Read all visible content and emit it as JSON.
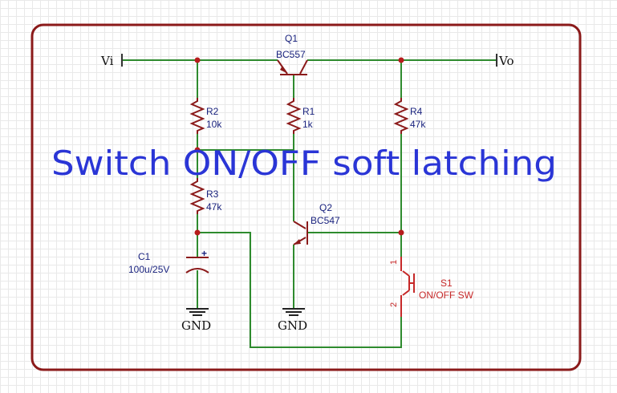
{
  "title": "Switch ON/OFF soft latching",
  "colors": {
    "wire": "#2e8b2e",
    "component": "#8b1a1a",
    "switch": "#c62828",
    "label": "#1a237e",
    "banner": "#2a35d6",
    "frame": "#8b1a1a"
  },
  "ports": {
    "input": "Vi",
    "output": "Vo"
  },
  "ground_labels": [
    "GND",
    "GND"
  ],
  "components": {
    "q1": {
      "ref": "Q1",
      "value": "BC557"
    },
    "q2": {
      "ref": "Q2",
      "value": "BC547"
    },
    "r1": {
      "ref": "R1",
      "value": "1k"
    },
    "r2": {
      "ref": "R2",
      "value": "10k"
    },
    "r3": {
      "ref": "R3",
      "value": "47k"
    },
    "r4": {
      "ref": "R4",
      "value": "47k"
    },
    "c1": {
      "ref": "C1",
      "value": "100u/25V",
      "polarity": "+"
    },
    "s1": {
      "ref": "S1",
      "value": "ON/OFF SW",
      "pin1": "1",
      "pin2": "2"
    }
  }
}
